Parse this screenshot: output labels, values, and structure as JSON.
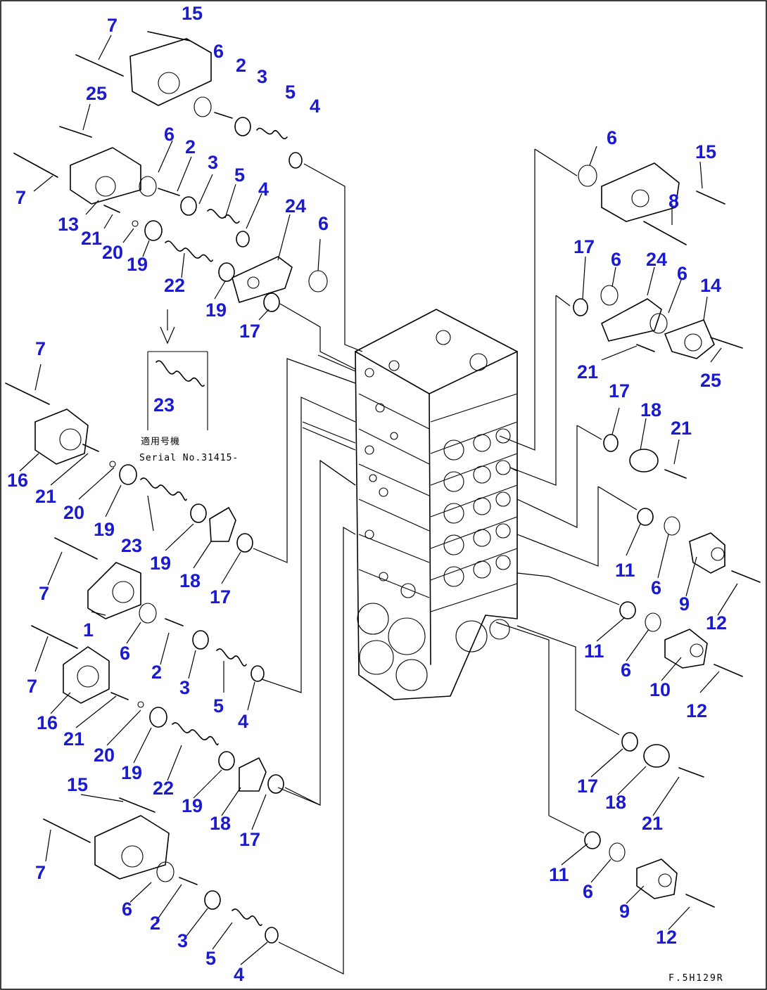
{
  "drawing": {
    "drawing_id": "F.5H129R",
    "serial_note_kanji": "適用号機",
    "serial_note": "Serial No.31415-"
  },
  "callouts": [
    "15",
    "7",
    "6",
    "2",
    "3",
    "5",
    "4",
    "25",
    "6",
    "2",
    "3",
    "5",
    "4",
    "7",
    "24",
    "6",
    "13",
    "21",
    "20",
    "19",
    "22",
    "19",
    "17",
    "23",
    "6",
    "15",
    "8",
    "17",
    "6",
    "24",
    "6",
    "14",
    "21",
    "25",
    "17",
    "18",
    "21",
    "7",
    "16",
    "21",
    "20",
    "19",
    "23",
    "19",
    "18",
    "17",
    "7",
    "1",
    "6",
    "2",
    "3",
    "5",
    "4",
    "7",
    "16",
    "21",
    "20",
    "19",
    "22",
    "19",
    "18",
    "17",
    "15",
    "7",
    "6",
    "2",
    "3",
    "5",
    "4",
    "11",
    "6",
    "9",
    "12",
    "11",
    "6",
    "10",
    "12",
    "17",
    "18",
    "21",
    "11",
    "6",
    "9",
    "12"
  ],
  "colors": {
    "callout": "#1a1ad0",
    "ink": "#000000",
    "background": "#ffffff"
  }
}
